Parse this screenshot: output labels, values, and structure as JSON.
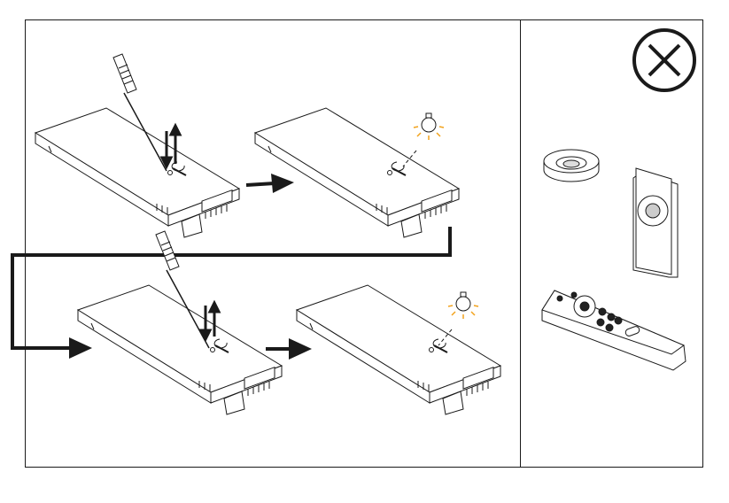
{
  "colors": {
    "line": "#1a1a1a",
    "bulb_rays": "#f2a21c",
    "background": "#ffffff"
  },
  "steps": [
    {
      "step": 1,
      "action": "press-button-with-screwdriver"
    },
    {
      "step": 2,
      "action": "light-flashes"
    },
    {
      "step": 3,
      "action": "press-button-with-screwdriver"
    },
    {
      "step": 4,
      "action": "light-flashes"
    }
  ],
  "accessories": [
    "ceiling-puck-sensor",
    "wall-remote",
    "handheld-remote"
  ]
}
